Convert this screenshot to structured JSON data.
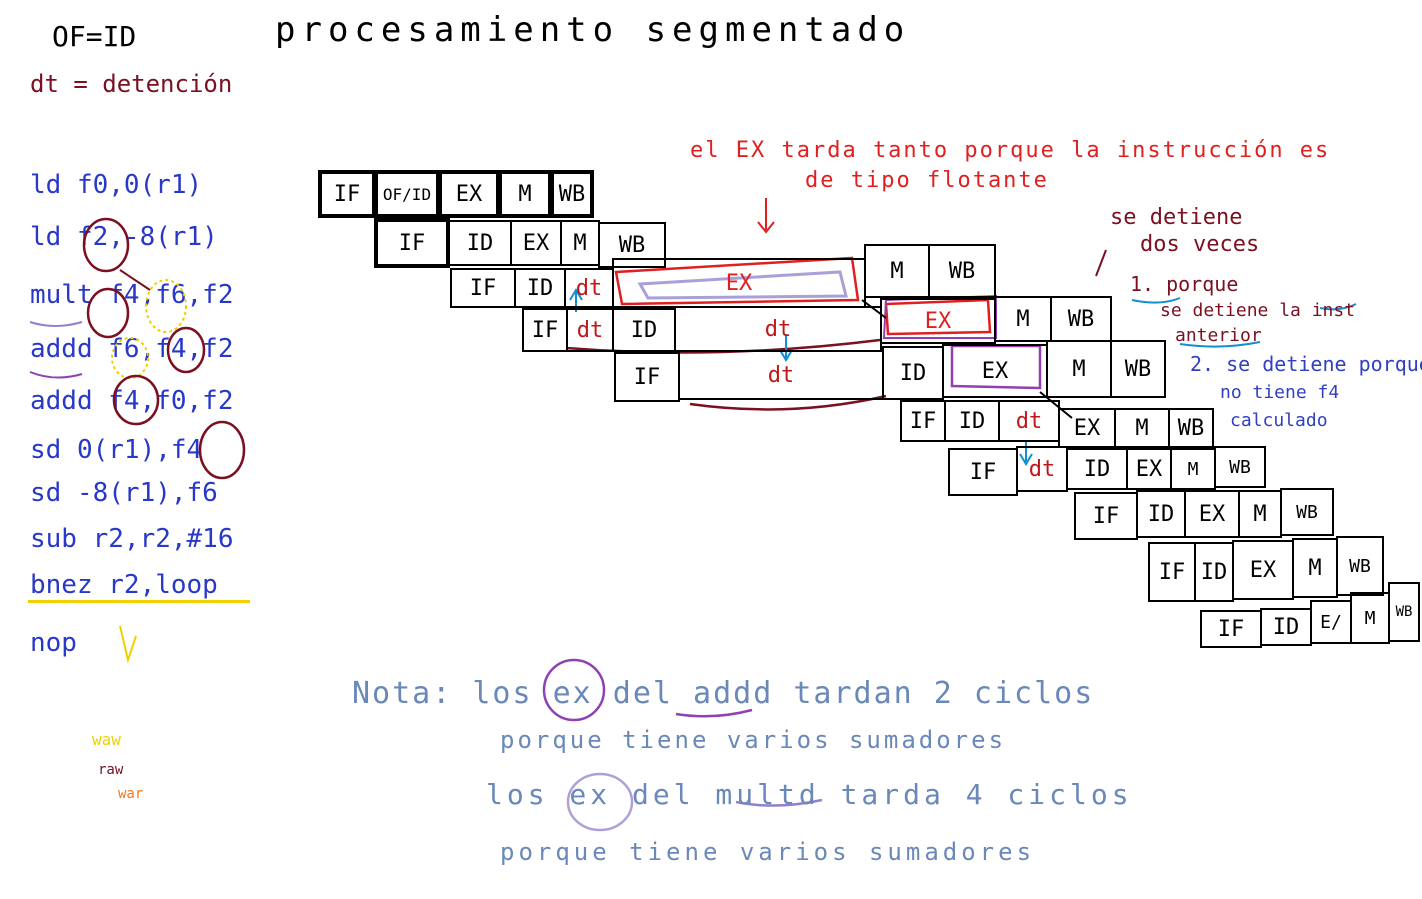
{
  "header": {
    "of_eq_id": "OF=ID",
    "title": "procesamiento segmentado",
    "dt_definition": "dt = detención"
  },
  "code": [
    "ld f0,0(r1)",
    "ld f2,-8(r1)",
    "mult f4,f6,f2",
    "addd f6,f4,f2",
    "addd f4,f0,f2",
    "sd 0(r1),f4",
    "sd -8(r1),f6",
    "sub r2,r2,#16",
    "bnez r2,loop",
    "nop"
  ],
  "annotations": {
    "ex_note_line1": "el EX tarda tanto porque la instrucción es",
    "ex_note_line2": "de tipo flotante",
    "stop_line1": "se detiene",
    "stop_line2": "dos veces",
    "reason1_line1": "1. porque",
    "reason1_line2": "se detiene la inst",
    "reason1_line3": "anterior",
    "reason2_line1": "2. se detiene porque",
    "reason2_line2": "no tiene f4",
    "reason2_line3": "calculado"
  },
  "bottom_note": {
    "line1": "Nota: los ex del addd tardan 2 ciclos",
    "line2": "porque tiene varios sumadores",
    "line3": "los ex del multd tarda 4 ciclos",
    "line4": "porque tiene varios sumadores"
  },
  "legend": [
    "waw",
    "raw",
    "war"
  ],
  "pipeline": {
    "stages": {
      "if": "IF",
      "ofid": "OF/ID",
      "id": "ID",
      "ex": "EX",
      "m": "M",
      "wb": "WB",
      "dt": "dt",
      "ex_alt": "E/"
    }
  },
  "colors": {
    "code": "#2838c8",
    "dt": "#7a1020",
    "red_note": "#e02020",
    "note_blue": "#6a88b8",
    "purple": "#9040b0",
    "yellow": "#f0d000"
  }
}
